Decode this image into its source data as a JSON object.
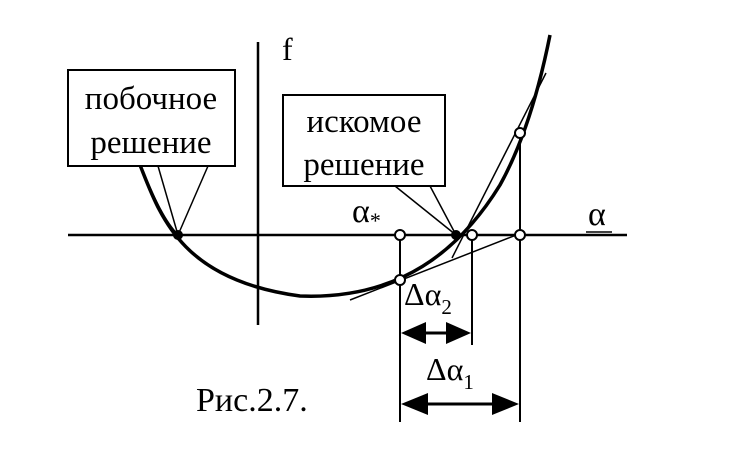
{
  "labels": {
    "f_axis": "f",
    "alpha_axis": "α",
    "alpha_star_base": "α",
    "alpha_star_sub": "*",
    "delta2_base": "Δα",
    "delta2_sub": "2",
    "delta1_base": "Δα",
    "delta1_sub": "1",
    "caption": "Рис.2.7."
  },
  "callouts": {
    "side_solution": {
      "line1": "побочное",
      "line2": "решение"
    },
    "target_solution": {
      "line1": "искомое",
      "line2": "решение"
    }
  }
}
